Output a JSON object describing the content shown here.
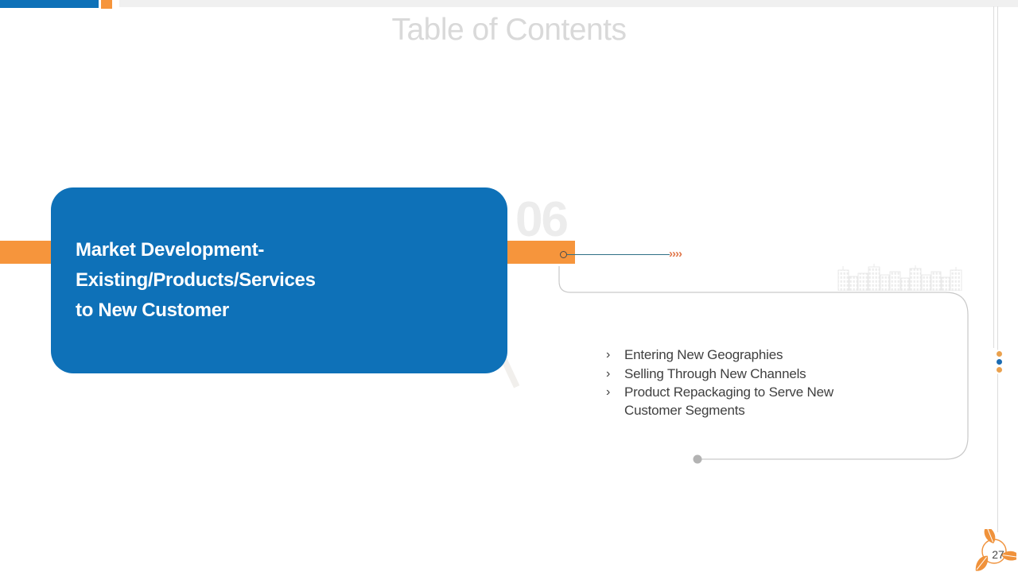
{
  "slide": {
    "title": "Table of Contents"
  },
  "section": {
    "number": "06",
    "heading": "Market Development-\nExisting/Products/Services\nto New Customer",
    "bullet_marker": "›",
    "bullets": [
      "Entering New Geographies",
      "Selling Through New Channels",
      "Product Repackaging to Serve New\nCustomer Segments"
    ]
  },
  "decor": {
    "chevrons": "››››"
  },
  "footer": {
    "page_number": "27"
  },
  "colors": {
    "brand_blue": "#0e71b8",
    "brand_orange": "#f6953c",
    "title_gray": "#d9d9d9",
    "number_gray": "#ececec",
    "text_dark": "#3f3f3f",
    "frame_gray": "#c9c9c9",
    "line_teal": "#2f7086",
    "chevron_orange": "#e0764a",
    "dot_orange": "#eaa14e",
    "dot_blue": "#1b6cb3",
    "logo_orange": "#f0923b"
  }
}
